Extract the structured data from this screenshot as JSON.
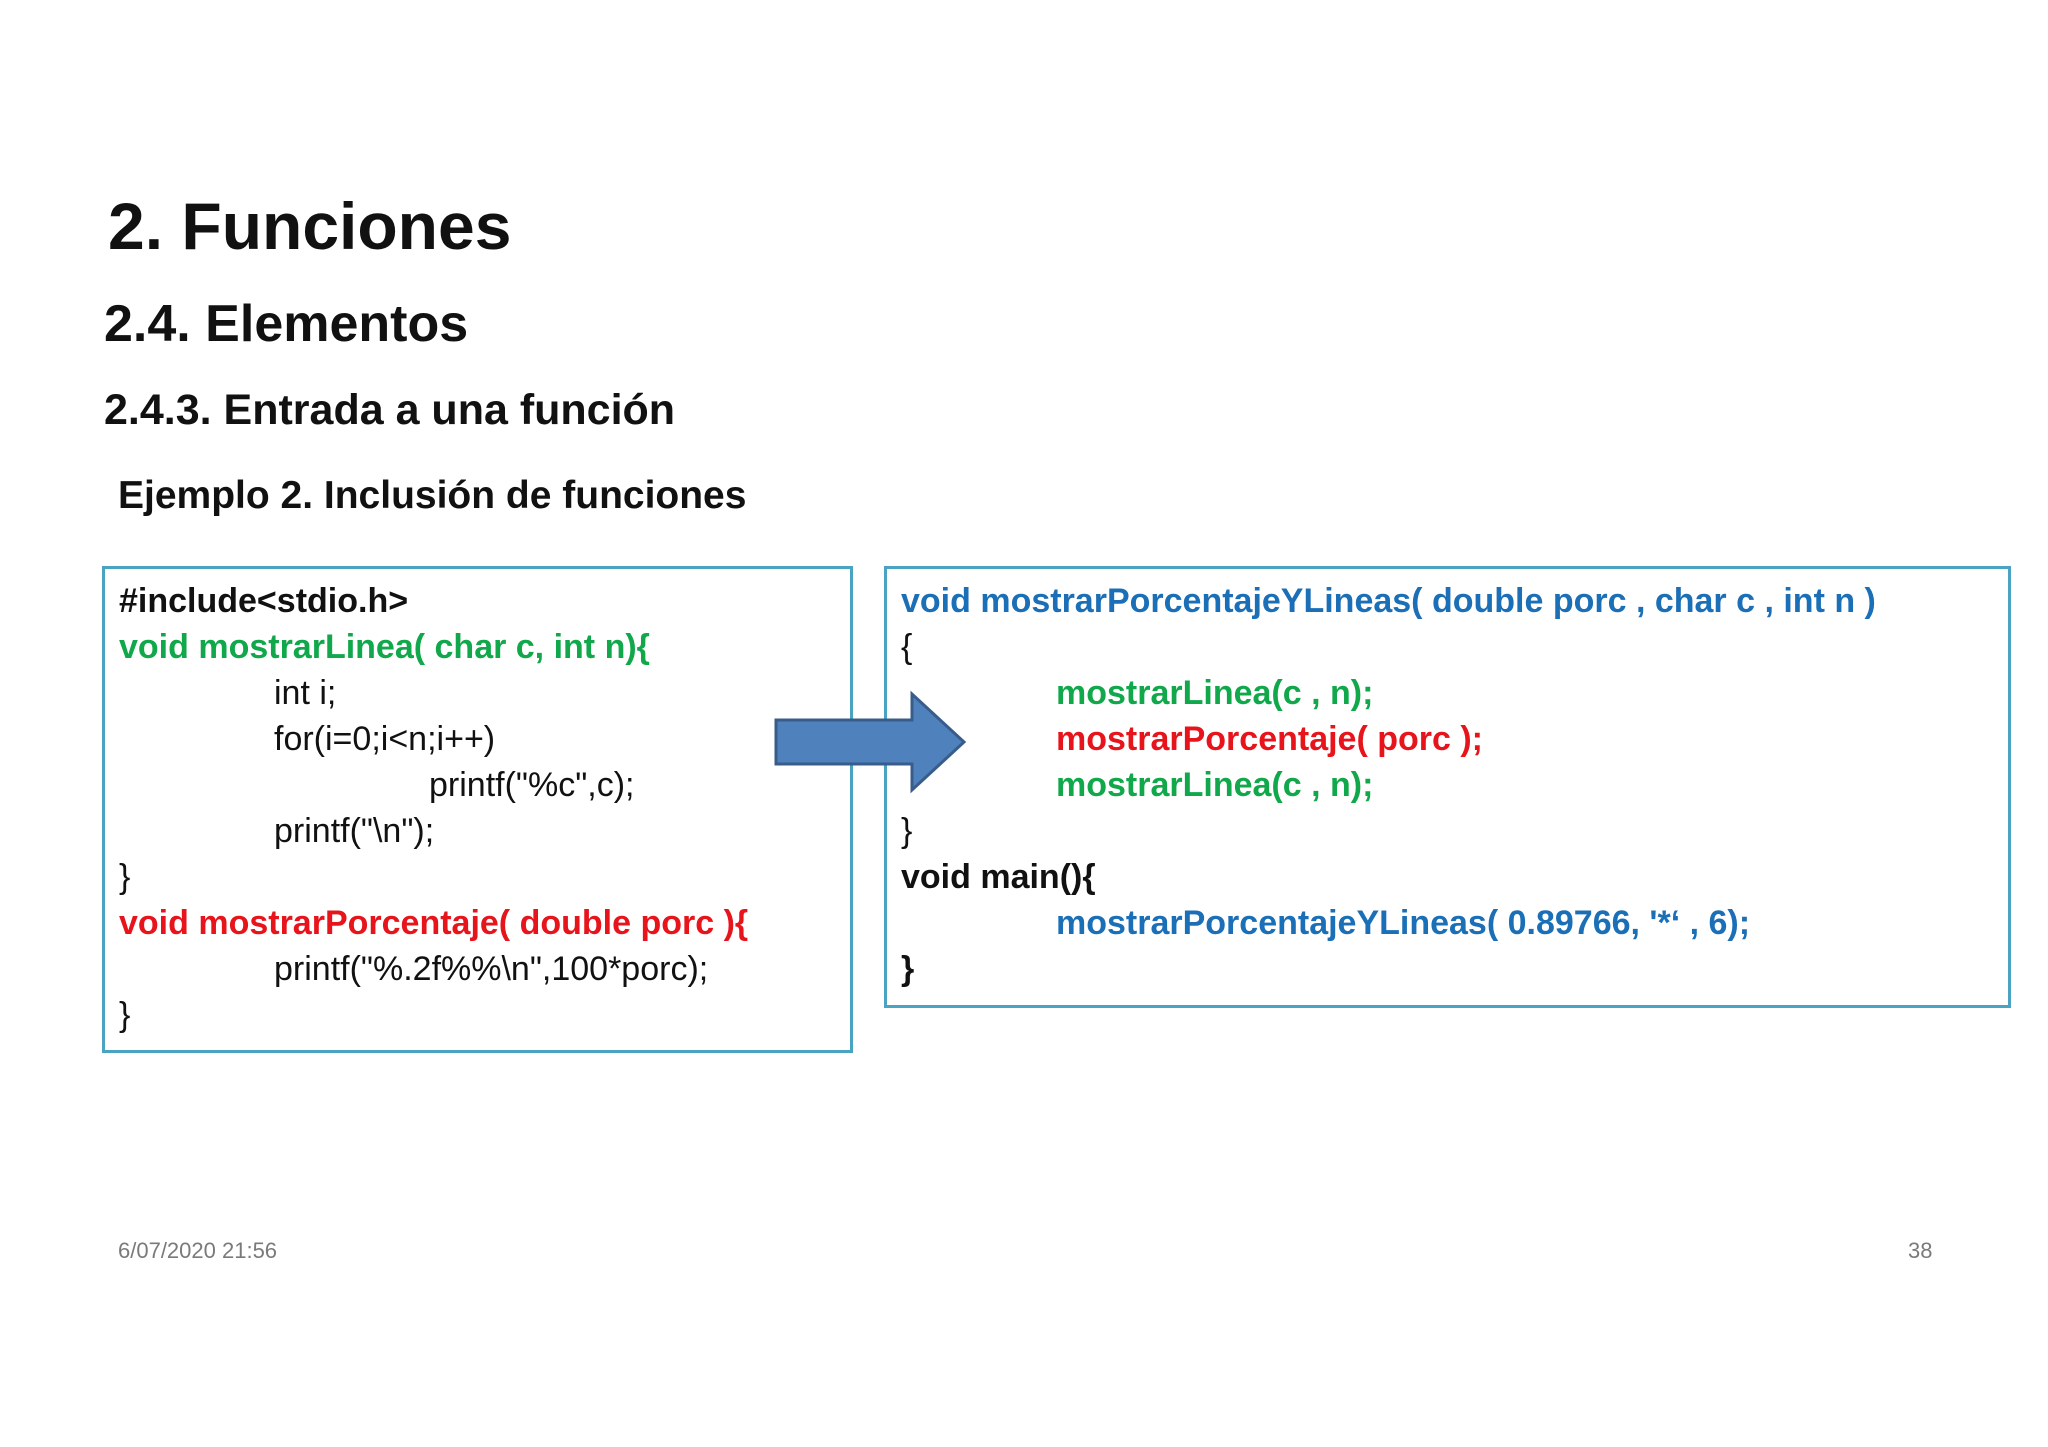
{
  "titles": {
    "h1": "2. Funciones",
    "h2": "2.4. Elementos",
    "h3": "2.4.3. Entrada a una función",
    "example": "Ejemplo 2. Inclusión de funciones"
  },
  "left_code": [
    "#include<stdio.h>",
    "void mostrarLinea( char c, int n){",
    "int i;",
    "for(i=0;i<n;i++)",
    "printf(\"%c\",c);",
    "printf(\"\\n\");",
    "}",
    "void mostrarPorcentaje( double porc ){",
    "printf(\"%.2f%%\\n\",100*porc);",
    "}"
  ],
  "right_code": [
    "void mostrarPorcentajeYLineas( double porc , char c , int n )",
    "{",
    "mostrarLinea(c , n);",
    "mostrarPorcentaje( porc );",
    "mostrarLinea(c , n);",
    "}",
    "void main(){",
    "mostrarPorcentajeYLineas( 0.89766, '*‘ , 6);",
    "}"
  ],
  "footer": {
    "date": "6/07/2020 21:56",
    "page": "38"
  },
  "colors": {
    "box_border": "#4aa3c0",
    "arrow_fill": "#4f81bd",
    "arrow_stroke": "#385d8a",
    "green": "#10a84a",
    "red": "#e8141b",
    "blue": "#1b6fb7",
    "footer": "#7a7a7a"
  }
}
